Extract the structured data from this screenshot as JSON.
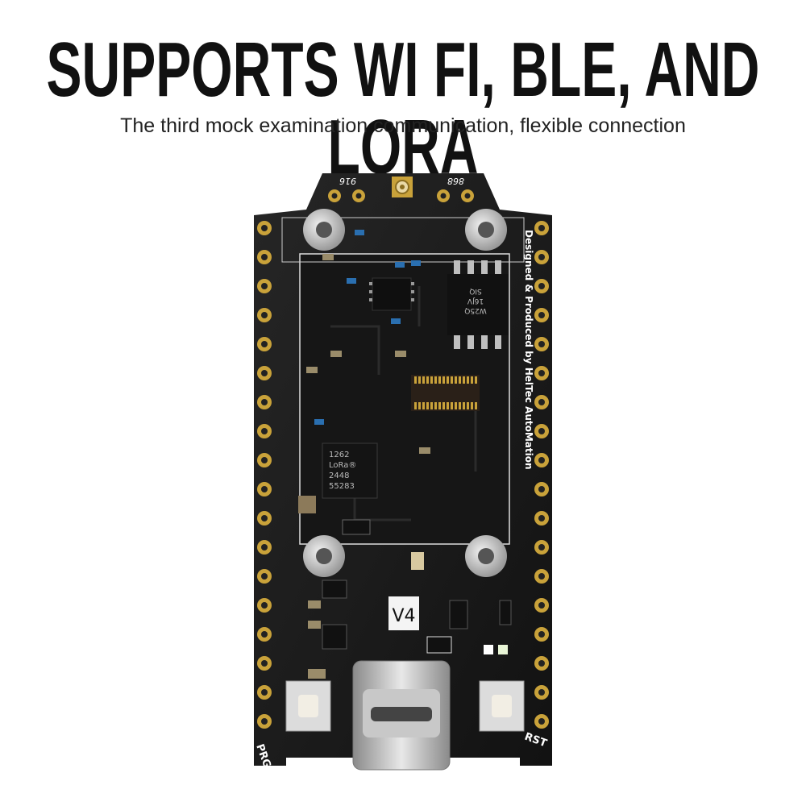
{
  "headline": "SUPPORTS WI FI, BLE, AND LORA",
  "subheadline": "The third mock examination communication, flexible connection",
  "board": {
    "silkscreen_side": "Designed & Produced by HelTec AutoMation",
    "version_label": "V4",
    "prg_label": "PRG",
    "rst_label": "RST",
    "top_left_label": "916",
    "top_right_label": "868",
    "lora_chip_lines": [
      "1262",
      "LoRa®",
      "2448",
      "55283"
    ],
    "flash_chip_lines": [
      "W25Q",
      "16JV",
      "SIQ"
    ],
    "colors": {
      "pcb": "#1a1a1a",
      "gold": "#c9a23a",
      "text": "#ffffff"
    }
  }
}
